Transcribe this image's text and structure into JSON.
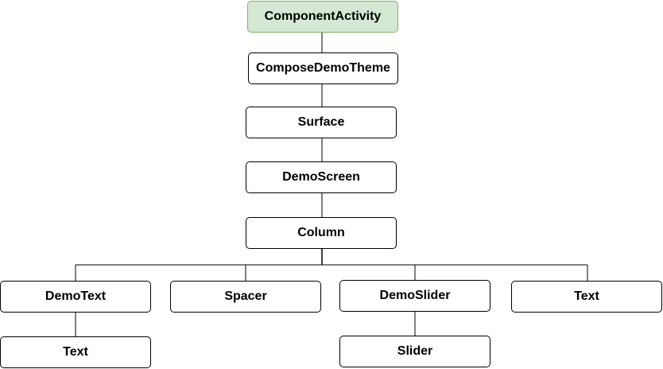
{
  "diagram": {
    "nodes": {
      "component_activity": "ComponentActivity",
      "compose_demo_theme": "ComposeDemoTheme",
      "surface": "Surface",
      "demo_screen": "DemoScreen",
      "column": "Column",
      "demo_text": "DemoText",
      "spacer": "Spacer",
      "demo_slider": "DemoSlider",
      "text_right": "Text",
      "text_bottom": "Text",
      "slider": "Slider"
    },
    "edges": [
      [
        "component_activity",
        "compose_demo_theme"
      ],
      [
        "compose_demo_theme",
        "surface"
      ],
      [
        "surface",
        "demo_screen"
      ],
      [
        "demo_screen",
        "column"
      ],
      [
        "column",
        "demo_text"
      ],
      [
        "column",
        "spacer"
      ],
      [
        "column",
        "demo_slider"
      ],
      [
        "column",
        "text_right"
      ],
      [
        "demo_text",
        "text_bottom"
      ],
      [
        "demo_slider",
        "slider"
      ]
    ],
    "colors": {
      "root_fill": "#d5e8d4",
      "root_border": "#82b366",
      "node_fill": "#ffffff",
      "node_border": "#000000",
      "line": "#000000"
    }
  }
}
